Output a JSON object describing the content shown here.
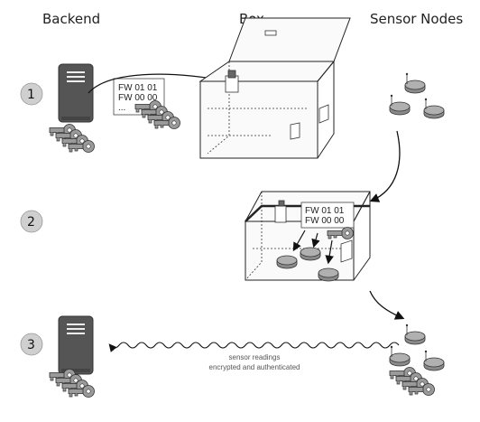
{
  "columns": {
    "backend": "Backend",
    "box": "Box",
    "sensor_nodes": "Sensor Nodes"
  },
  "steps": [
    "1",
    "2",
    "3"
  ],
  "firmware_labels": {
    "step1": [
      "FW 01 01",
      "FW 00 00",
      "..."
    ],
    "step2": [
      "FW 01 01",
      "FW 00 00"
    ]
  },
  "connection": {
    "caption_line1": "sensor readings",
    "caption_line2": "encrypted and authenticated"
  },
  "colors": {
    "server": "#555555",
    "key": "#9a9a9a",
    "node": "#9a9a9a",
    "step_circle": "#cfcfcf"
  }
}
